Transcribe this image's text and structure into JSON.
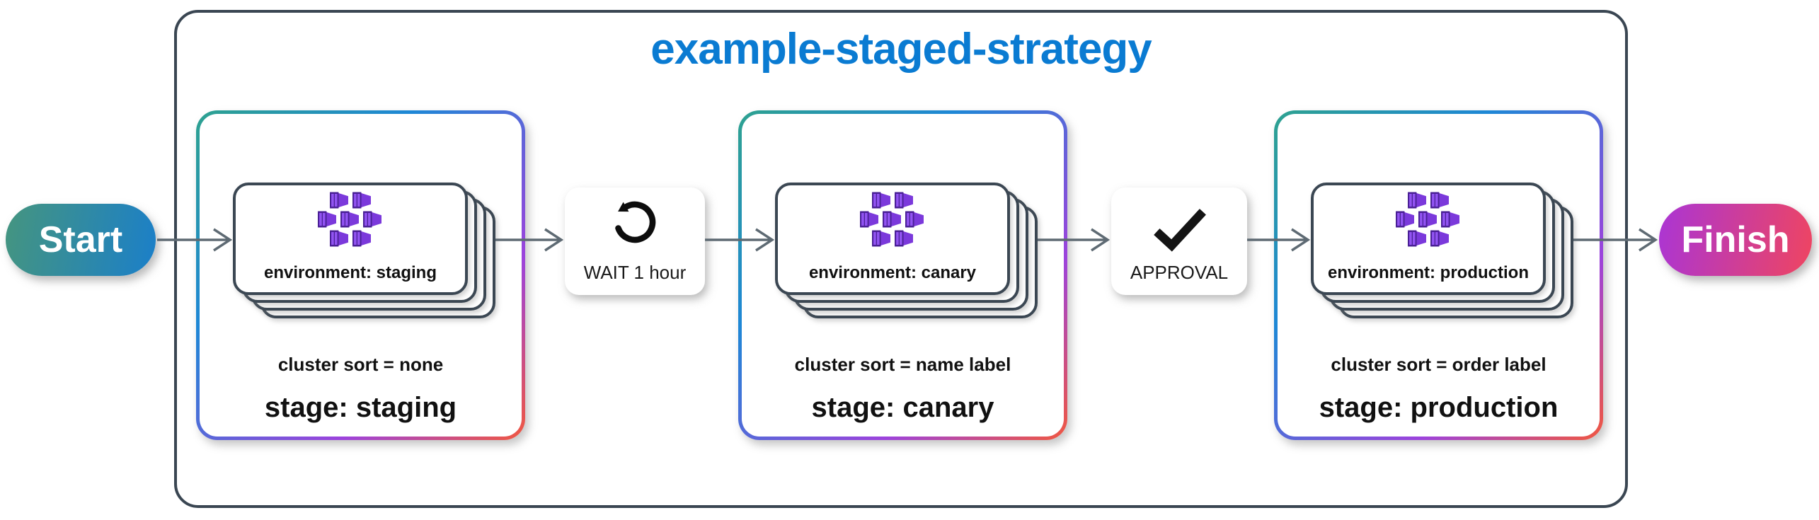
{
  "diagram": {
    "title": "example-staged-strategy",
    "start_label": "Start",
    "finish_label": "Finish"
  },
  "stages": [
    {
      "environment_label": "environment: staging",
      "cluster_sort_label": "cluster sort = none",
      "stage_label": "stage: staging"
    },
    {
      "environment_label": "environment: canary",
      "cluster_sort_label": "cluster sort = name label",
      "stage_label": "stage: canary"
    },
    {
      "environment_label": "environment: production",
      "cluster_sort_label": "cluster sort = order label",
      "stage_label": "stage: production"
    }
  ],
  "connectors": {
    "wait": {
      "label": "WAIT 1 hour",
      "icon": "rotate-ccw-icon"
    },
    "approval": {
      "label": "APPROVAL",
      "icon": "checkmark-icon"
    }
  },
  "colors": {
    "title_blue": "#0A7BD2",
    "container_border": "#3A4652",
    "card_border": "#3B4753",
    "arrow_gray": "#5E6A73",
    "start_gradient": [
      "#45957F",
      "#1B7FC9"
    ],
    "finish_gradient": [
      "#AA35D5",
      "#EF4560"
    ],
    "stage_border_gradient": [
      "#2EA28F",
      "#1E87D6",
      "#9C43DC",
      "#F1583F"
    ],
    "cluster_icon_purple": [
      "#4A2096",
      "#7B39DB",
      "#9254F2"
    ]
  }
}
